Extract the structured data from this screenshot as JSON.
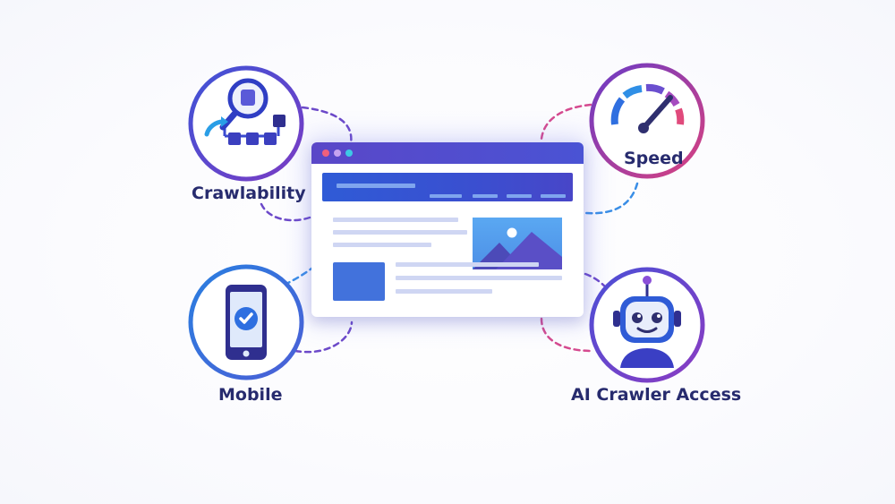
{
  "labels": {
    "crawlability": "Crawlability",
    "speed": "Speed",
    "mobile": "Mobile",
    "ai_crawler": "AI Crawler Access"
  },
  "icons": {
    "crawlability": "crawl-sitemap-icon",
    "speed": "speedometer-icon",
    "mobile": "mobile-check-icon",
    "ai_crawler": "robot-icon"
  },
  "colors": {
    "crawlability_ring": "#5b3fc2",
    "speed_ring": "#c9438e",
    "mobile_ring": "#2b74d8",
    "ai_ring": "#6a3bc6",
    "titlebar": "#5a47c8",
    "header_band": "#2f5bd6",
    "label_text": "#272b6e",
    "connector_purple": "#6c49c9",
    "connector_pink": "#d54a8f",
    "connector_blue": "#3a8ee6"
  }
}
